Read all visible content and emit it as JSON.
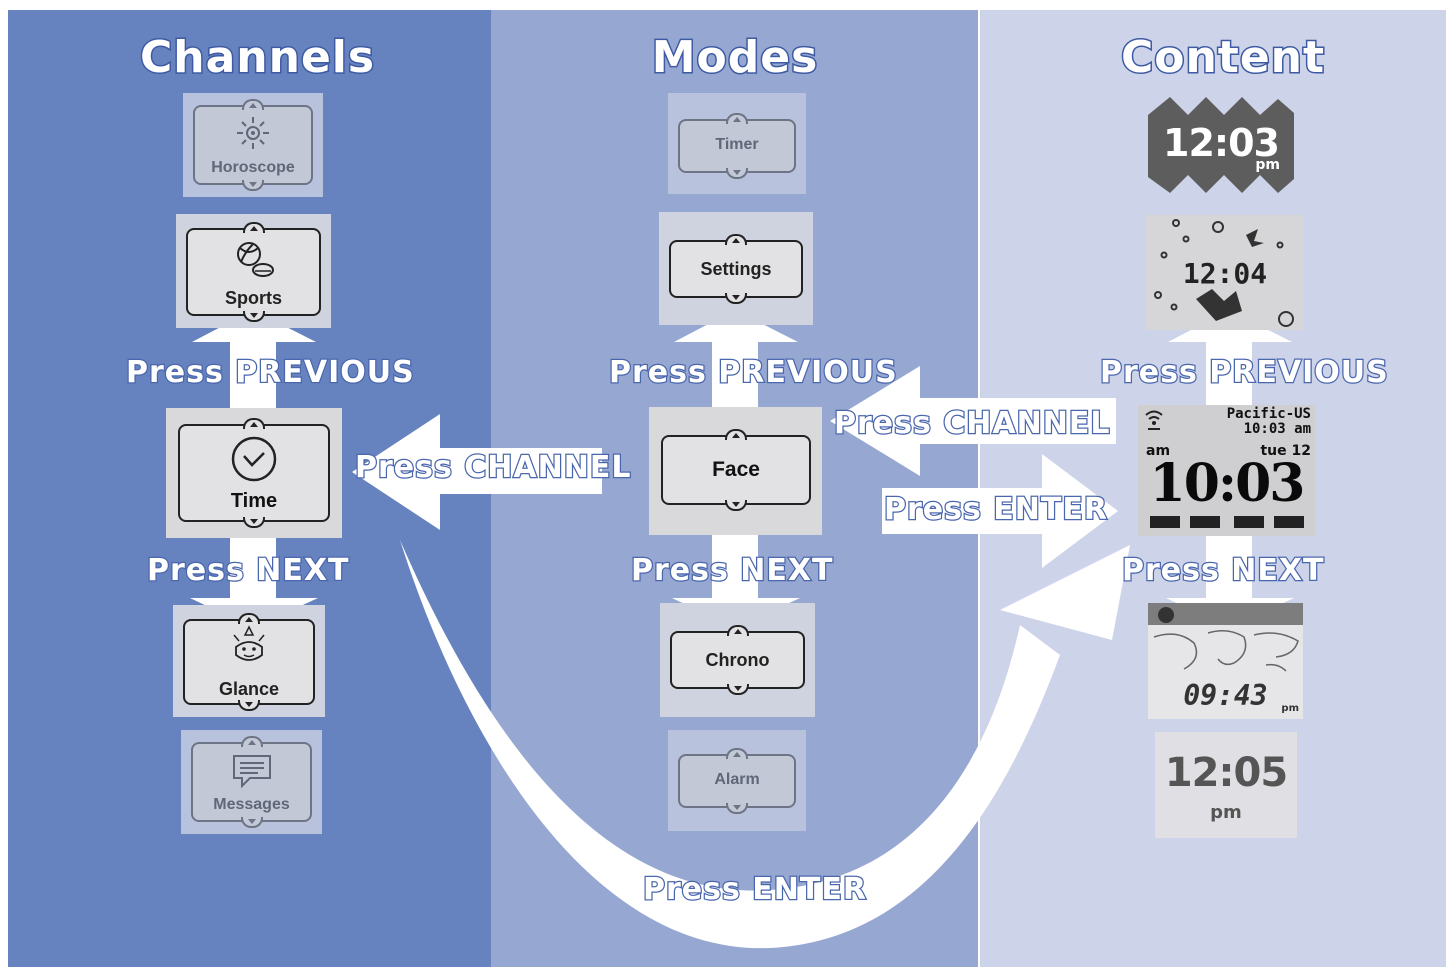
{
  "headings": {
    "channels": "Channels",
    "modes": "Modes",
    "content": "Content"
  },
  "labels": {
    "ch_previous": "Press PREVIOUS",
    "ch_next": "Press NEXT",
    "mode_channel": "Press CHANNEL",
    "mode_previous": "Press PREVIOUS",
    "mode_next": "Press NEXT",
    "content_channel": "Press CHANNEL",
    "content_enter": "Press ENTER",
    "content_previous": "Press PREVIOUS",
    "content_next": "Press NEXT",
    "bottom_enter": "Press ENTER"
  },
  "channels": {
    "horoscope": {
      "label": "Horoscope",
      "icon": "horoscope-icon"
    },
    "sports": {
      "label": "Sports",
      "icon": "sports-icon"
    },
    "time": {
      "label": "Time",
      "icon": "clock-icon"
    },
    "glance": {
      "label": "Glance",
      "icon": "glance-icon"
    },
    "messages": {
      "label": "Messages",
      "icon": "messages-icon"
    }
  },
  "modes": {
    "timer": "Timer",
    "settings": "Settings",
    "face": "Face",
    "chrono": "Chrono",
    "alarm": "Alarm"
  },
  "content": {
    "face1": {
      "time": "12:03",
      "ampm": "pm"
    },
    "face2": {
      "time": "12:04"
    },
    "face3": {
      "city": "Pacific-US",
      "city_time": "10:03 am",
      "ampm": "am",
      "day": "tue 12",
      "time": "10:03"
    },
    "face4": {
      "time": "09:43",
      "ampm": "pm"
    },
    "face5": {
      "time": "12:05",
      "ampm": "pm"
    }
  },
  "colors": {
    "channels_bg": "#6683bf",
    "modes_bg": "#96a7d1",
    "content_bg": "#cdd3e8",
    "arrow": "#ffffff",
    "label_outline": "#4a66ad"
  }
}
